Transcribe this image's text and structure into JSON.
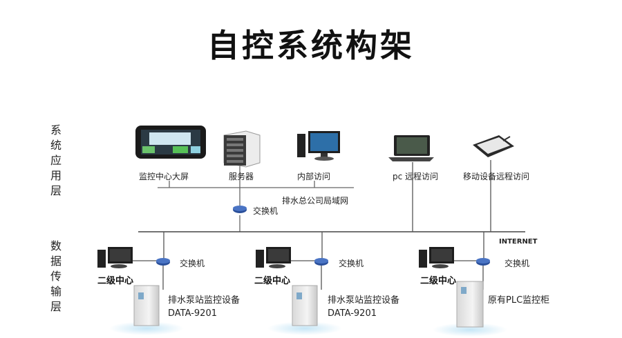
{
  "title": "自控系统构架",
  "layers": {
    "application": [
      "系",
      "统",
      "应",
      "用",
      "层"
    ],
    "transport": [
      "数",
      "据",
      "传",
      "输",
      "层"
    ]
  },
  "devices": {
    "big_screen": "监控中心大屏",
    "server": "服务器",
    "internal_access": "内部访问",
    "pc_remote": "pc 远程访问",
    "mobile_remote": "移动设备远程访问"
  },
  "network": {
    "lan": "排水总公司局域网",
    "main_switch": "交换机",
    "internet": "INTERNET"
  },
  "stations": [
    {
      "switch": "交换机",
      "center": "二级中心",
      "equipment": "排水泵站监控设备",
      "model": "DATA-9201"
    },
    {
      "switch": "交换机",
      "center": "二级中心",
      "equipment": "排水泵站监控设备",
      "model": "DATA-9201"
    },
    {
      "switch": "交换机",
      "center": "二级中心",
      "equipment": "原有PLC监控柜"
    }
  ],
  "colors": {
    "line": "#555555",
    "switch": "#2a4f9a",
    "screen": "#1a1a1a",
    "glow": "#bfe3f5"
  }
}
